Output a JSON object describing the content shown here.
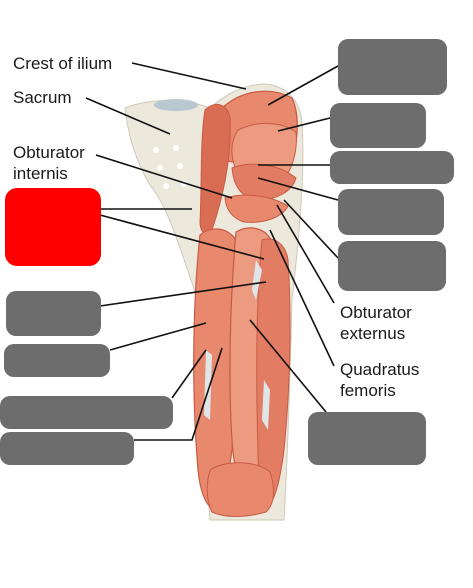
{
  "labels": {
    "crest_of_ilium": "Crest of ilium",
    "sacrum": "Sacrum",
    "obturator_internis_1": "Obturator",
    "obturator_internis_2": "internis",
    "obturator_externus_1": "Obturator",
    "obturator_externus_2": "externus",
    "quadratus_femoris_1": "Quadratus",
    "quadratus_femoris_2": "femoris"
  },
  "colors": {
    "hidden_label_box": "#6d6d6d",
    "highlighted_box": "#ff0000",
    "muscle": "#e8896e",
    "muscle_dark": "#c85a43",
    "bone": "#ece8dc",
    "leader_line": "#111111"
  }
}
